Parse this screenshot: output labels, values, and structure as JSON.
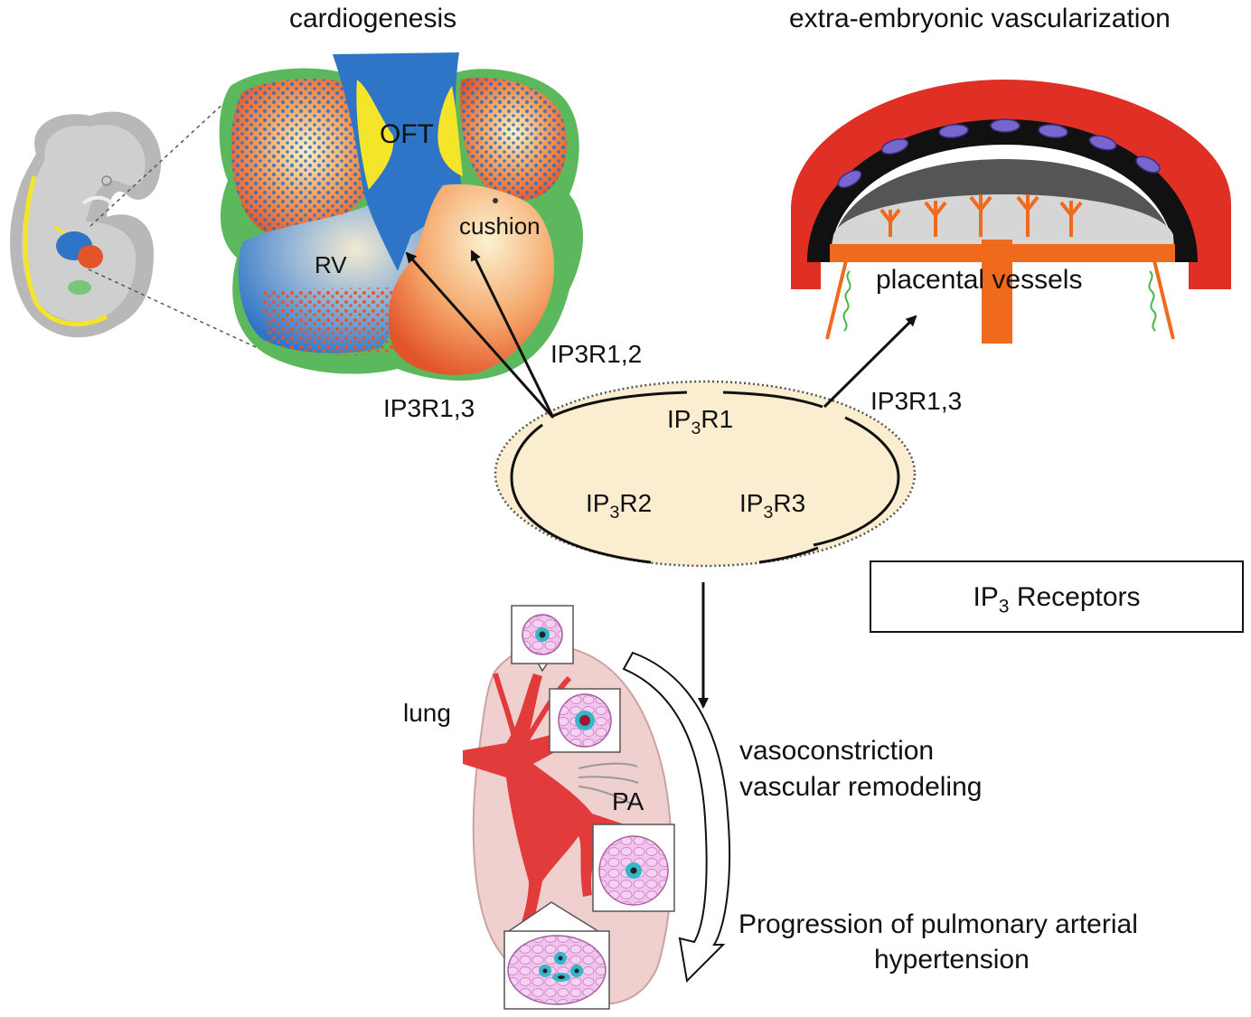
{
  "titles": {
    "left": "cardiogenesis",
    "right": "extra-embryonic vascularization"
  },
  "heart": {
    "oft": "OFT",
    "cushion": "cushion",
    "rv": "RV"
  },
  "placenta": {
    "label": "placental vessels"
  },
  "arrow_labels": {
    "ip3r12": "IP3R1,2",
    "ip3r13_left": "IP3R1,3",
    "ip3r13_right": "IP3R1,3"
  },
  "receptor_cell": {
    "r1": {
      "prefix": "IP",
      "sub": "3",
      "suffix": "R1"
    },
    "r2": {
      "prefix": "IP",
      "sub": "3",
      "suffix": "R2"
    },
    "r3": {
      "prefix": "IP",
      "sub": "3",
      "suffix": "R3"
    }
  },
  "legend": {
    "prefix": "IP",
    "sub": "3",
    "suffix": " Receptors"
  },
  "lung": {
    "lung": "lung",
    "pa": "PA",
    "effect_line1": "vasoconstriction",
    "effect_line2": "vascular remodeling",
    "progression_line1": "Progression of pulmonary arterial",
    "progression_line2": "hypertension"
  },
  "colors": {
    "heart_red": "#e2542a",
    "heart_blue": "#2f75c7",
    "heart_yellow": "#f5e52a",
    "heart_border": "#5cb85c",
    "placenta_red": "#e03025",
    "placenta_orange": "#f06a1e",
    "cell_fill": "#fbeed0",
    "lung_pink": "#f0d0cf",
    "artery_red": "#e23b3b",
    "tissue_pink": "#f4c5ef",
    "lumen_teal": "#34b7c7"
  }
}
